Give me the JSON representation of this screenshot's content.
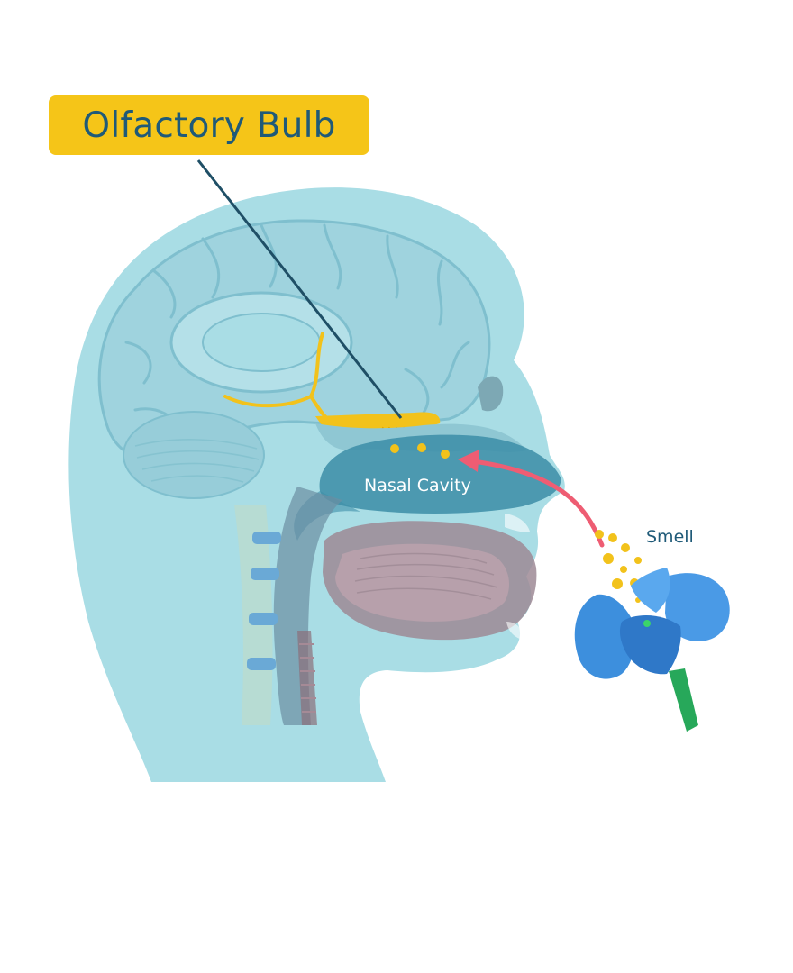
{
  "labels": {
    "olfactory_bulb": "Olfactory Bulb",
    "nasal_cavity": "Nasal Cavity",
    "smell": "Smell"
  },
  "colors": {
    "head": "#a9dde5",
    "brain": "#9fd3de",
    "brain_line": "#7fbfce",
    "nasal_cavity": "#3f8fa8",
    "callout": "#f5c518",
    "label_text": "#1f5a78",
    "odor_particles": "#f2c21b",
    "arrow": "#ee5d73",
    "flower": "#3d8fdd",
    "stem": "#27a85a"
  },
  "icons": {
    "flower": "flower-icon",
    "arrow": "arrow-icon"
  }
}
